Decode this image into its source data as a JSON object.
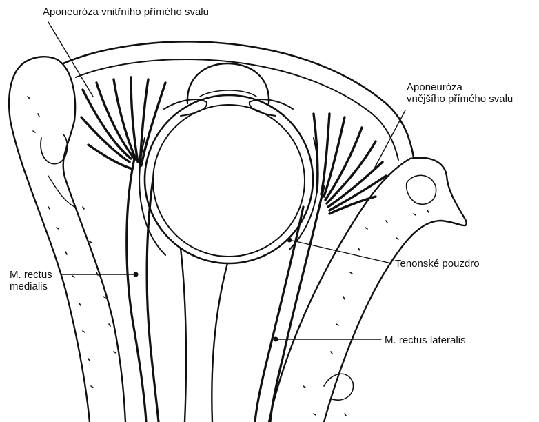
{
  "labels": {
    "medial_aponeurosis": "Aponeuróza vnitřního přímého svalu",
    "lateral_aponeurosis_line1": "Aponeuróza",
    "lateral_aponeurosis_line2": "vnějšího přímého svalu",
    "rectus_medialis_line1": "M. rectus",
    "rectus_medialis_line2": "medialis",
    "tenon_capsule": "Tenonské pouzdro",
    "rectus_lateralis": "M. rectus lateralis"
  },
  "colors": {
    "ink": "#111111",
    "background": "#ffffff"
  }
}
